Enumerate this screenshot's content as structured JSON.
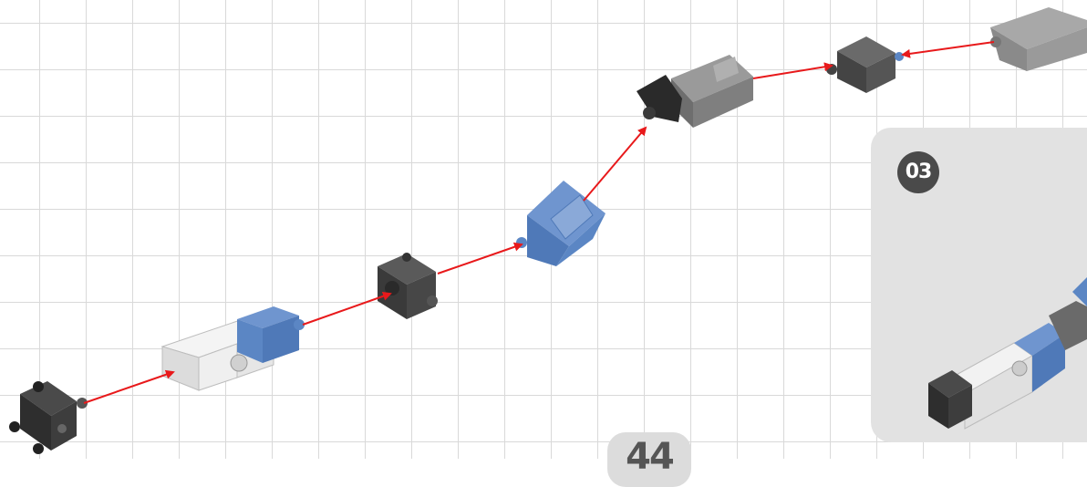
{
  "step": {
    "number": "03"
  },
  "page": {
    "number": "44"
  },
  "colors": {
    "grid": "#d9d9d9",
    "arrow": "#e8191b",
    "blue": "#5b86c4",
    "dark": "#3a3a3a",
    "gray": "#7a7a7a",
    "white": "#f2f2f2",
    "panel": "#e2e2e2"
  },
  "parts": [
    {
      "name": "black-connector-cube"
    },
    {
      "name": "white-blue-channel-block"
    },
    {
      "name": "dark-connector-cube"
    },
    {
      "name": "blue-angled-block"
    },
    {
      "name": "gray-hinge-arm"
    },
    {
      "name": "dark-connector-cube"
    },
    {
      "name": "gray-bracket"
    }
  ]
}
